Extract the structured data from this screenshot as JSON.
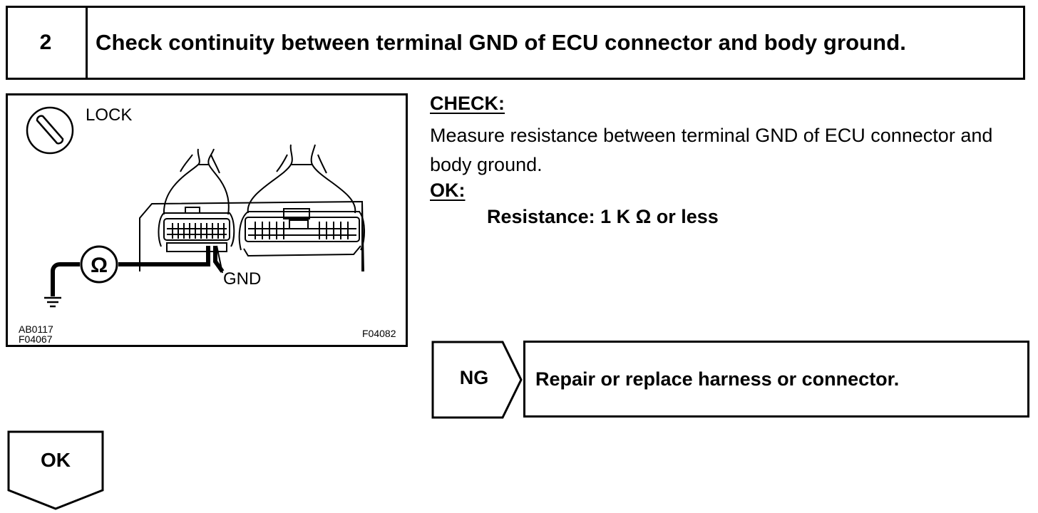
{
  "step": {
    "number": "2",
    "title": "Check continuity between terminal GND of ECU connector and body ground."
  },
  "figure": {
    "lock_label": "LOCK",
    "ohm_symbol": "Ω",
    "gnd_label": "GND",
    "code_left_1": "AB0117",
    "code_left_2": "F04067",
    "code_right": "F04082",
    "icons": [
      "ignition-lock-icon",
      "ohmmeter-icon",
      "ground-symbol-icon",
      "ecu-connector-icon"
    ]
  },
  "check": {
    "label": "CHECK:",
    "text": "Measure resistance between terminal GND of ECU connector and body ground."
  },
  "ok_spec": {
    "label": "OK:",
    "text": "Resistance: 1 K Ω or less"
  },
  "ng": {
    "label": "NG",
    "action": "Repair or replace harness or connector."
  },
  "ok_flow": {
    "label": "OK"
  }
}
